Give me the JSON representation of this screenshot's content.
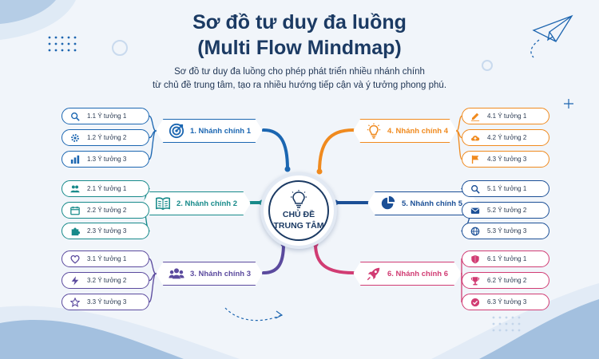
{
  "title": {
    "line1": "Sơ đồ tư duy đa luồng",
    "line2": "(Multi Flow Mindmap)",
    "subtitle_line1": "Sơ đồ tư duy đa luồng cho phép phát triển nhiều nhánh chính",
    "subtitle_line2": "từ chủ đề trung tâm, tạo ra nhiều hướng tiếp cận và ý tưởng phong phú."
  },
  "center": {
    "line1": "CHỦ ĐỀ",
    "line2": "TRUNG TÂM",
    "icon": "lightbulb-icon"
  },
  "branches": [
    {
      "label": "1. Nhánh chính 1",
      "color": "#1b66b1",
      "icon": "target-icon",
      "ideas": [
        {
          "label": "1.1 Ý tưởng 1",
          "icon": "search-icon"
        },
        {
          "label": "1.2 Ý tưởng 2",
          "icon": "gear-icon"
        },
        {
          "label": "1.3 Ý tưởng 3",
          "icon": "bar-chart-icon"
        }
      ]
    },
    {
      "label": "2. Nhánh chính 2",
      "color": "#178a8a",
      "icon": "book-icon",
      "ideas": [
        {
          "label": "2.1 Ý tưởng 1",
          "icon": "users-icon"
        },
        {
          "label": "2.2 Ý tưởng 2",
          "icon": "calendar-icon"
        },
        {
          "label": "2.3 Ý tưởng 3",
          "icon": "puzzle-icon"
        }
      ]
    },
    {
      "label": "3. Nhánh chính 3",
      "color": "#5b4a9e",
      "icon": "team-icon",
      "ideas": [
        {
          "label": "3.1 Ý tưởng 1",
          "icon": "heart-icon"
        },
        {
          "label": "3.2 Ý tưởng 2",
          "icon": "lightning-icon"
        },
        {
          "label": "3.3 Ý tưởng 3",
          "icon": "star-icon"
        }
      ]
    },
    {
      "label": "4. Nhánh chính 4",
      "color": "#f08a1e",
      "icon": "lightbulb-icon",
      "ideas": [
        {
          "label": "4.1 Ý tưởng 1",
          "icon": "edit-icon"
        },
        {
          "label": "4.2 Ý tưởng 2",
          "icon": "cloud-upload-icon"
        },
        {
          "label": "4.3 Ý tưởng 3",
          "icon": "flag-icon"
        }
      ]
    },
    {
      "label": "5. Nhánh chính 5",
      "color": "#1b4f96",
      "icon": "pie-chart-icon",
      "ideas": [
        {
          "label": "5.1 Ý tưởng 1",
          "icon": "search-icon"
        },
        {
          "label": "5.2 Ý tưởng 2",
          "icon": "mail-icon"
        },
        {
          "label": "5.3 Ý tưởng 3",
          "icon": "globe-icon"
        }
      ]
    },
    {
      "label": "6. Nhánh chính 6",
      "color": "#d13c73",
      "icon": "rocket-icon",
      "ideas": [
        {
          "label": "6.1 Ý tưởng 1",
          "icon": "shield-icon"
        },
        {
          "label": "6.2 Ý tưởng 2",
          "icon": "trophy-icon"
        },
        {
          "label": "6.3 Ý tưởng 3",
          "icon": "check-circle-icon"
        }
      ]
    }
  ]
}
